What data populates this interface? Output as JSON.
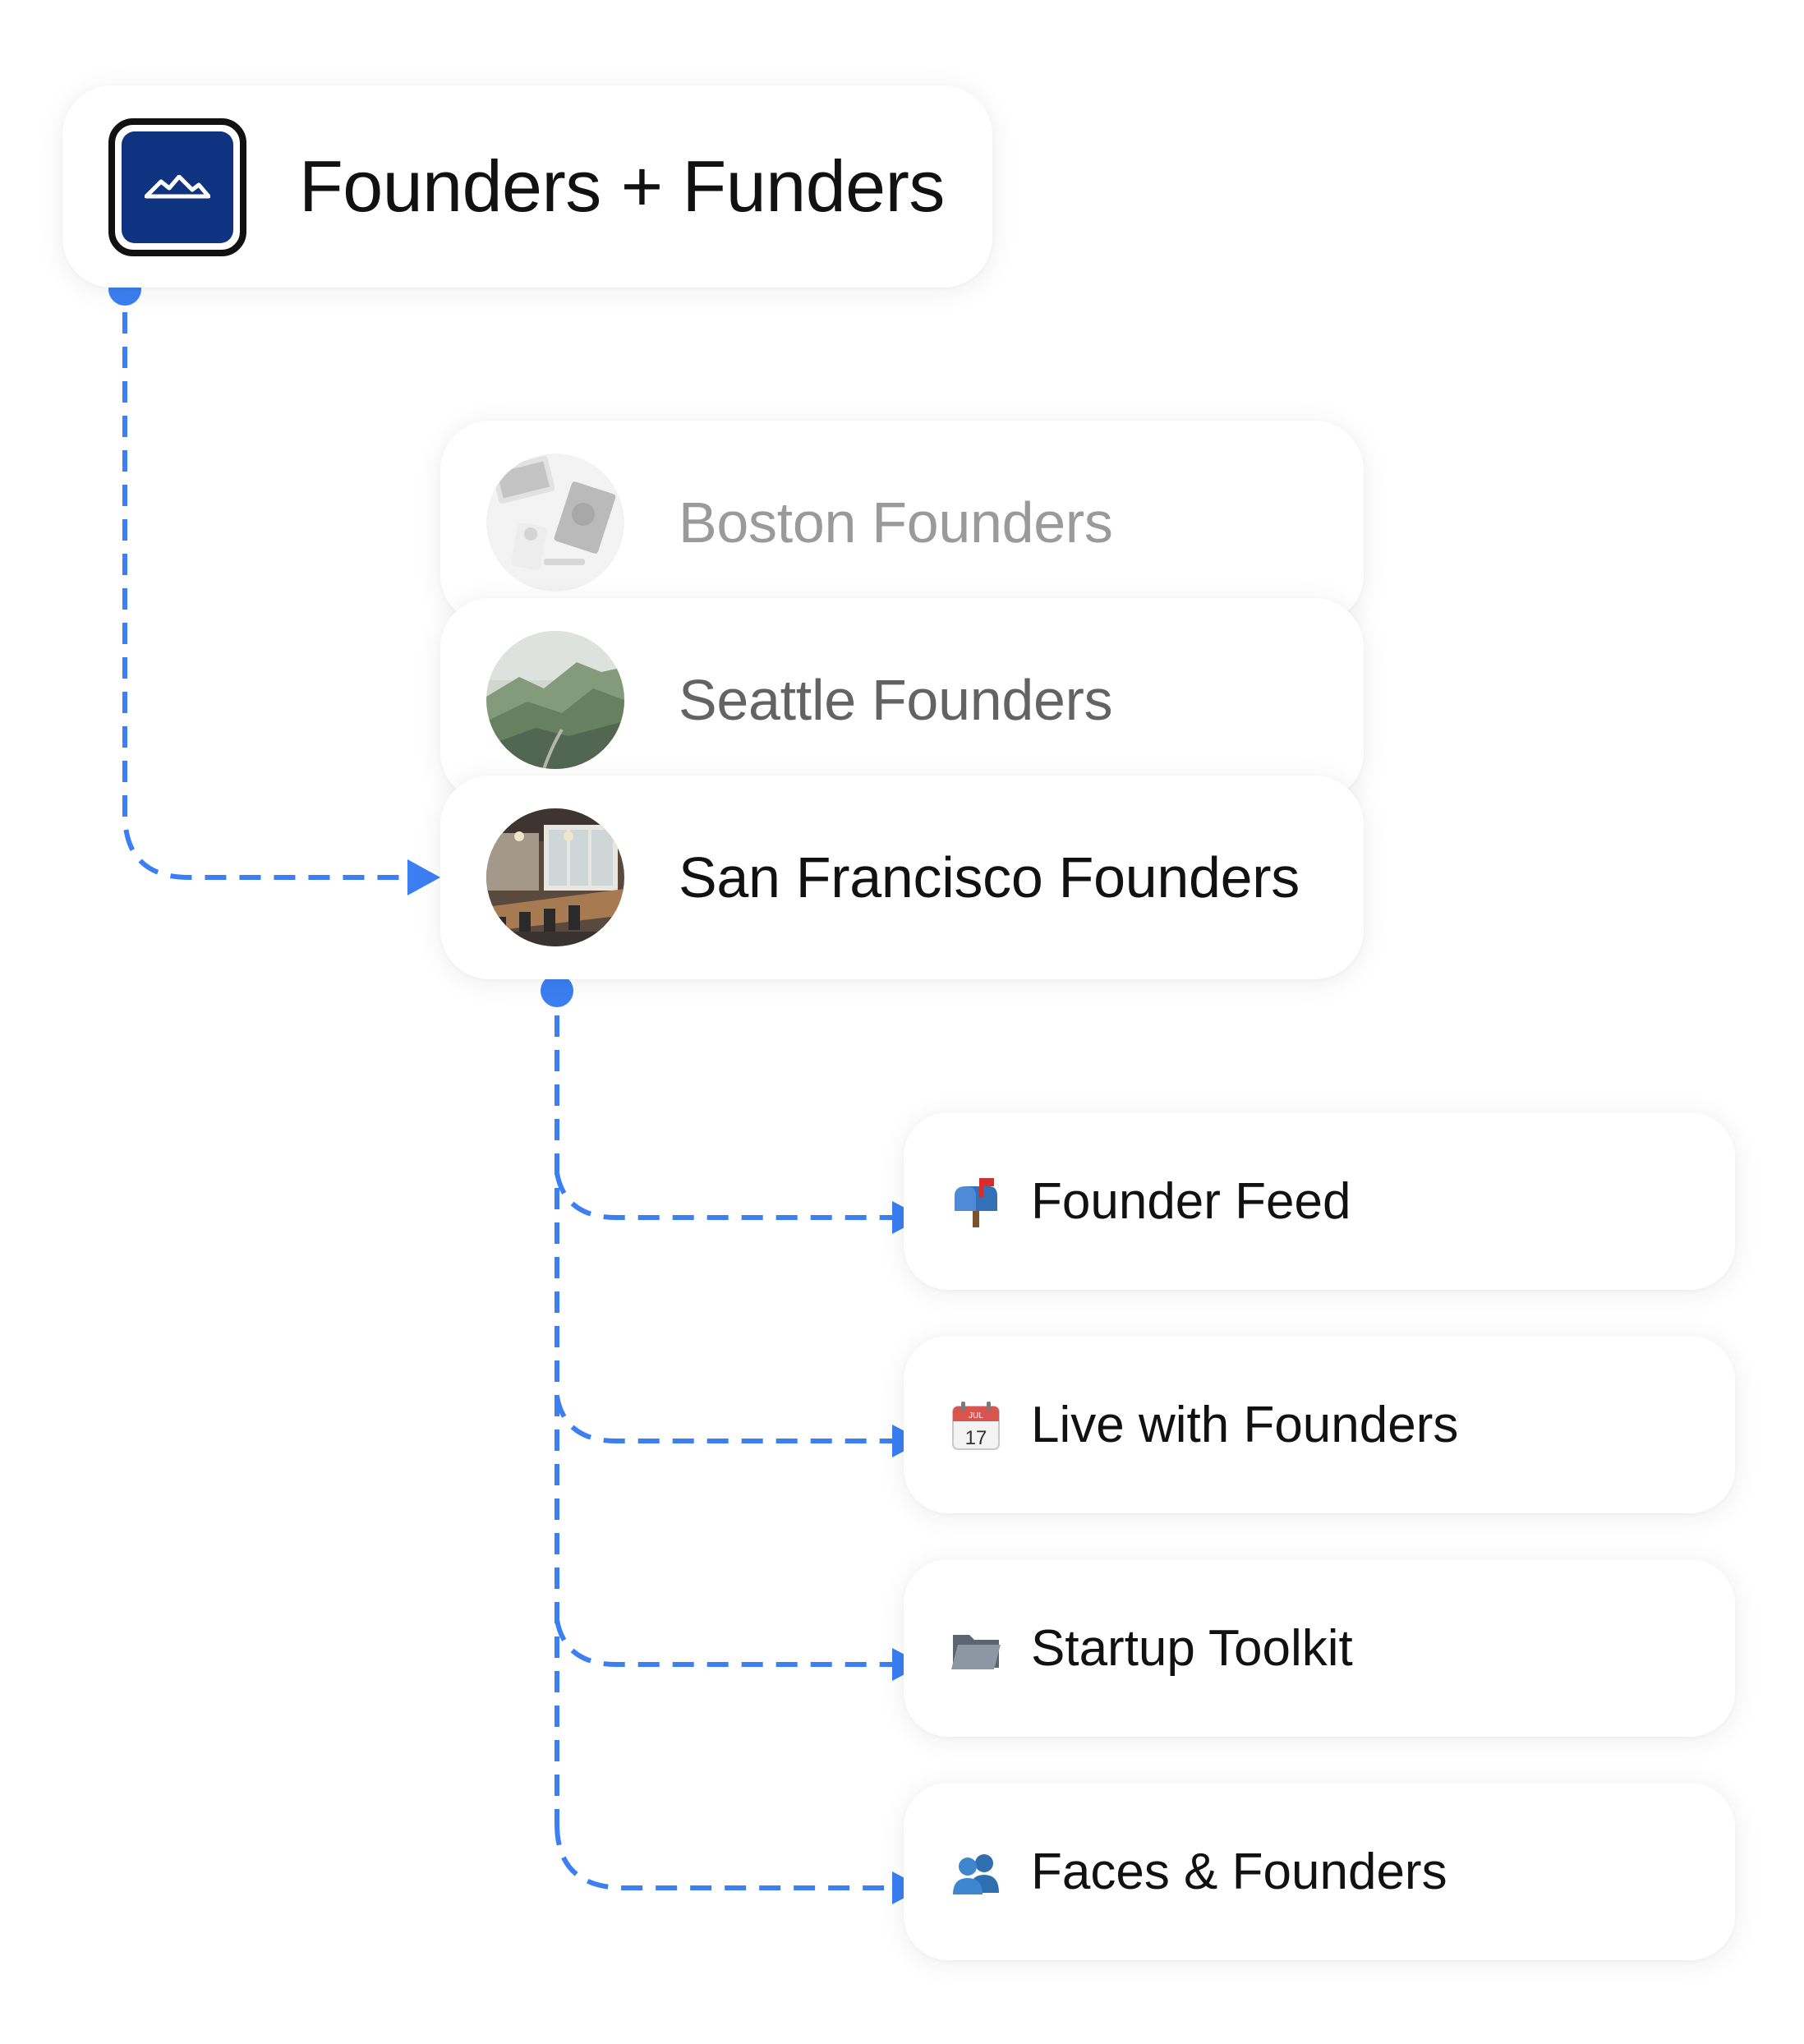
{
  "root": {
    "title": "Founders + Funders",
    "logo_icon": "mountain-logo-icon",
    "brand_color": "#0f3380"
  },
  "communities": [
    {
      "label": "Boston Founders",
      "avatar": "workspace-photo"
    },
    {
      "label": "Seattle Founders",
      "avatar": "mountain-landscape-photo"
    },
    {
      "label": "San Francisco Founders",
      "avatar": "conference-room-photo"
    }
  ],
  "sections": [
    {
      "label": "Founder Feed",
      "icon": "mailbox-icon"
    },
    {
      "label": "Live with Founders",
      "icon": "calendar-icon"
    },
    {
      "label": "Startup Toolkit",
      "icon": "folder-icon"
    },
    {
      "label": "Faces & Founders",
      "icon": "people-icon"
    }
  ],
  "colors": {
    "connector": "#3b7ff2"
  }
}
